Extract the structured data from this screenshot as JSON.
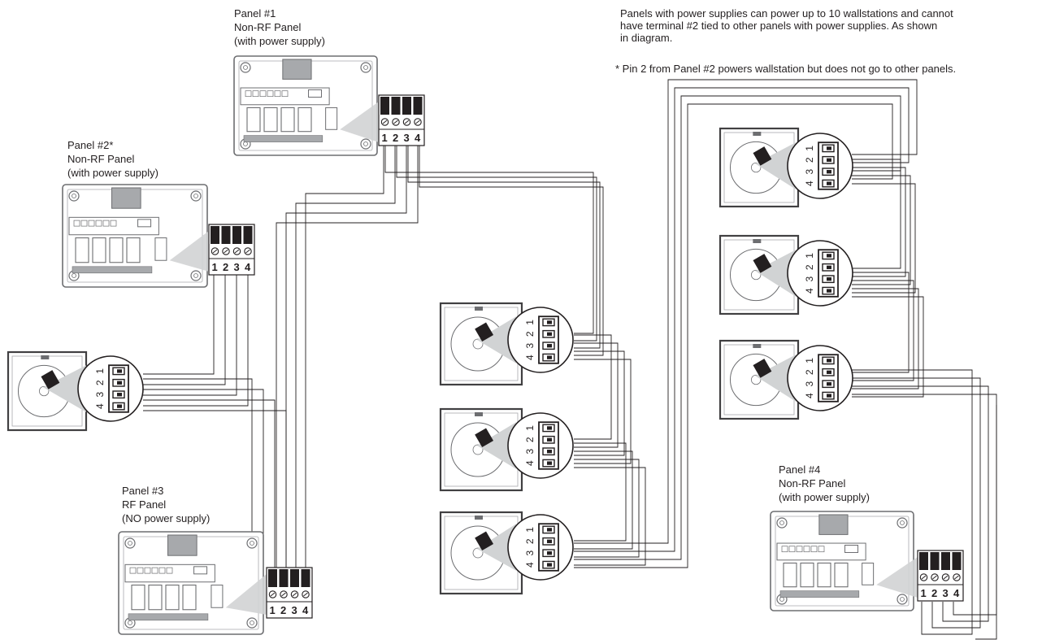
{
  "notes": {
    "line1": "Panels with power supplies can power up to 10 wallstations and cannot",
    "line2": "have terminal #2 tied to other panels with power supplies. As shown",
    "line3": "in diagram.",
    "footnote": "* Pin 2 from Panel #2 powers wallstation but does not go to other panels."
  },
  "panels": [
    {
      "id": "p1",
      "name": "Panel #1",
      "type": "Non-RF Panel",
      "supply": "(with power supply)"
    },
    {
      "id": "p2",
      "name": "Panel #2*",
      "type": "Non-RF Panel",
      "supply": "(with power supply)"
    },
    {
      "id": "p3",
      "name": "Panel #3",
      "type": "RF Panel",
      "supply": "(NO power supply)"
    },
    {
      "id": "p4",
      "name": "Panel #4",
      "type": "Non-RF Panel",
      "supply": "(with power supply)"
    }
  ],
  "terminal_labels": [
    "1",
    "2",
    "3",
    "4"
  ],
  "wallstation_terminal_labels": [
    "1",
    "2",
    "3",
    "4"
  ],
  "wallstation_count": 7,
  "colors": {
    "line": "#231f20",
    "device": "#6d6e71",
    "light": "#d1d3d4",
    "shade": "#a7a9ac"
  }
}
